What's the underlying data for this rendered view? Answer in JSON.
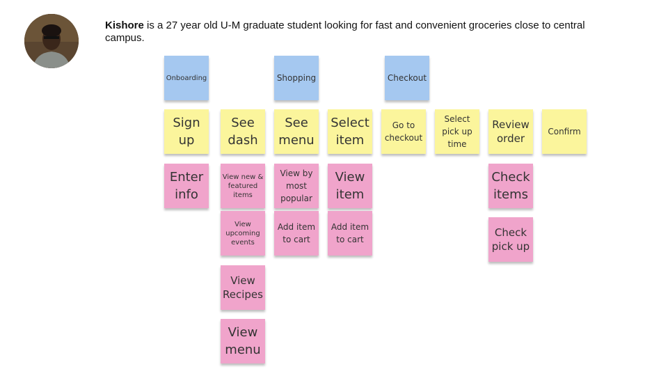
{
  "persona": {
    "name": "Kishore",
    "description": " is a 27 year old U-M graduate student looking for fast and convenient groceries close to central campus."
  },
  "colors": {
    "stage": "#a5c8f0",
    "task": "#fbf59c",
    "detail": "#f0a4cb"
  },
  "stages": [
    "Onboarding",
    "Shopping",
    "Checkout"
  ],
  "tasks": [
    "Sign up",
    "See dash",
    "See menu",
    "Select item",
    "Go to checkout",
    "Select pick up time",
    "Review order",
    "Confirm"
  ],
  "details": {
    "sign_up": [
      "Enter info"
    ],
    "see_dash": [
      "View new & featured items",
      "View upcoming events",
      "View Recipes",
      "View menu"
    ],
    "see_menu": [
      "View by most popular",
      "Add item to cart"
    ],
    "select_item": [
      "View item",
      "Add item to cart"
    ],
    "review_order": [
      "Check items",
      "Check pick up"
    ]
  }
}
